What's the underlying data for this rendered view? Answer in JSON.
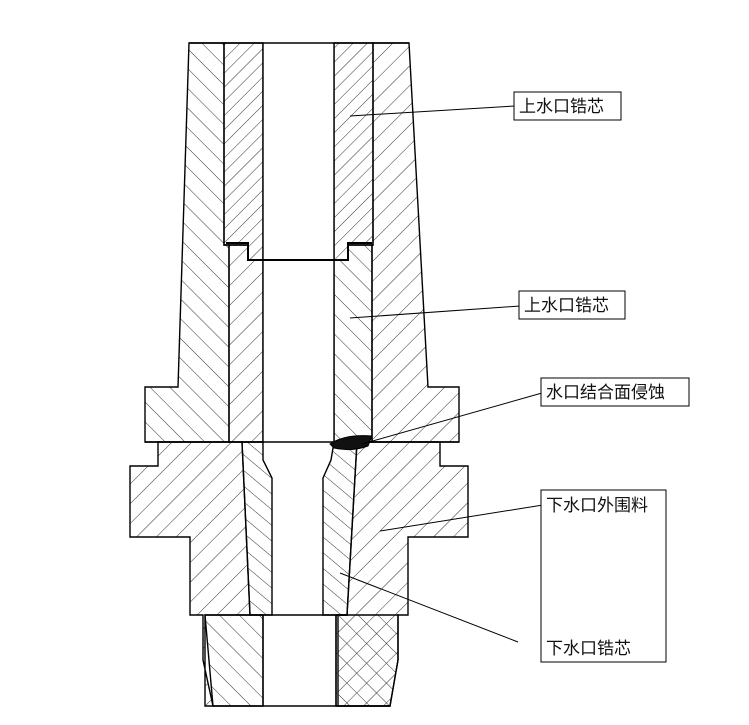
{
  "diagram": {
    "labels": {
      "upper_core_top": "上水口锆芯",
      "upper_core_mid": "上水口锆芯",
      "joint_erosion": "水口结合面侵蚀",
      "lower_outer": "下水口外围料",
      "lower_core": "下水口锆芯"
    },
    "colors": {
      "line": "#000000",
      "hatch": "#333333",
      "erosion": "#111111",
      "background": "#ffffff"
    }
  }
}
